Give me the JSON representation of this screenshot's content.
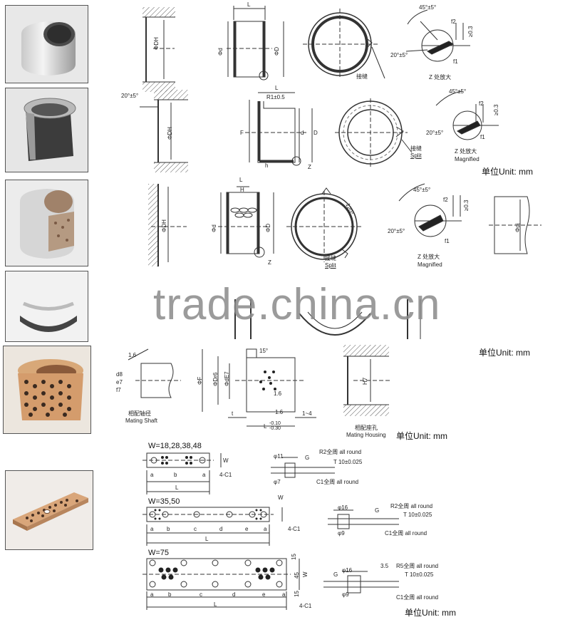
{
  "units": {
    "r1": "单位Unit:  mm",
    "r3": "单位Unit:  mm",
    "r4": "单位Unit:  mm",
    "r5": "单位Unit:  mm"
  },
  "watermark": "trade.china.cn",
  "row1": {
    "dh": "ΦDH",
    "l": "L",
    "d": "Φd",
    "D": "ΦD",
    "joint": "接缝",
    "a45": "45°±5°",
    "a20": "20°±5°",
    "f2": "f2",
    "f1": "f1",
    "ge03": "≥0.3",
    "zcn": "Z 处放大"
  },
  "row2": {
    "a20": "20°±5°",
    "dh": "ΦDH",
    "l": "L",
    "r1": "R1±0.5",
    "F": "F",
    "d": "d",
    "D": "D",
    "h": "h",
    "z": "Z",
    "joint": "接缝",
    "split": "Split",
    "a45": "45°±5°",
    "f2": "f2",
    "f1": "f1",
    "a20z": "20°±5°",
    "ge03": "≥0.3",
    "zcn": "Z 处放大",
    "mag": "Magnified"
  },
  "row3": {
    "dh": "ΦDH",
    "l": "L",
    "h": "H",
    "d": "Φd",
    "D": "ΦD",
    "z": "Z",
    "a120": "120°",
    "joint": "接缝",
    "split": "Split",
    "a45": "45°±5°",
    "f2": "f2",
    "f1": "f1",
    "a20": "20°±5°",
    "ge03": "≥0.3",
    "zcn": "Z 处放大",
    "mag": "Magnified",
    "dj": "Φdj"
  },
  "row5": {
    "r16": "1.6",
    "d8": "d8",
    "e7": "e7",
    "f7": "f7",
    "shaftcn": "相配轴径",
    "shaft": "Mating Shaft",
    "F": "ΦF",
    "dr6": "ΦDr6",
    "de7": "ΦdE7",
    "a15": "15°",
    "r16b": "1.6",
    "r16c": "1.6",
    "t": "t",
    "ltol": "L",
    "ltolup": "-0.10",
    "ltoldn": "-0.30",
    "r14": "1~4",
    "h7": "H7",
    "housecn": "相配座孔",
    "house": "Mating Housing"
  },
  "plates": {
    "w1": "W=18,28,38,48",
    "w2": "W=35,50",
    "w3": "W=75",
    "a": "a",
    "b": "b",
    "c": "c",
    "d": "d",
    "e": "e",
    "L": "L",
    "W": "W",
    "c1": "4-C1",
    "n15": "15",
    "n45": "45",
    "s1": {
      "d11": "φ11",
      "d7": "φ7",
      "G": "G",
      "r2": "R2全周 all round",
      "t": "T 10±0.025",
      "c1": "C1全周 all round"
    },
    "s2": {
      "d16": "φ16",
      "d9": "φ9",
      "G": "G",
      "r2": "R2全周 all round",
      "t": "T 10±0.025",
      "c1": "C1全周 all round"
    },
    "s3": {
      "d16": "φ16",
      "d9": "φ9",
      "G": "G",
      "n35": "3.5",
      "r5": "R5全周 all round",
      "t": "T 10±0.025",
      "c1": "C1全周 all round"
    }
  }
}
